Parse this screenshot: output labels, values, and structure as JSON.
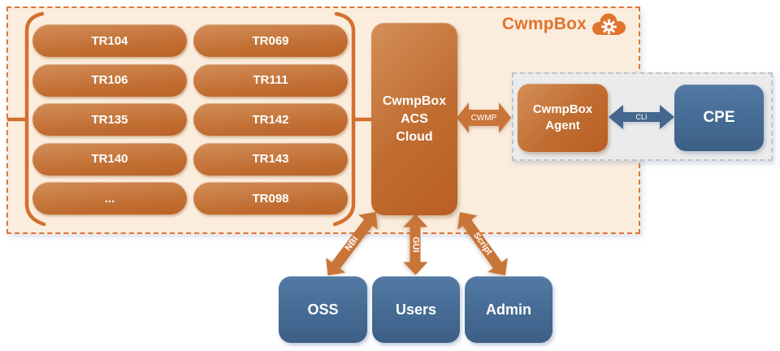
{
  "brand": {
    "title": "CwmpBox"
  },
  "protocol_rows": [
    [
      "TR104",
      "TR069"
    ],
    [
      "TR106",
      "TR111"
    ],
    [
      "TR135",
      "TR142"
    ],
    [
      "TR140",
      "TR143"
    ],
    [
      "...",
      "TR098"
    ]
  ],
  "acs": {
    "line1": "CwmpBox",
    "line2": "ACS",
    "line3": "Cloud"
  },
  "agent": {
    "line1": "CwmpBox",
    "line2": "Agent"
  },
  "cpe": {
    "label": "CPE"
  },
  "clients": {
    "oss": "OSS",
    "users": "Users",
    "admin": "Admin"
  },
  "links": {
    "cwmp": "CWMP",
    "cli": "CLI",
    "nbi": "NBI",
    "gui": "GUI",
    "script": "Script"
  },
  "colors": {
    "accent_orange": "#e0732e",
    "dashed_border_orange": "#df7436",
    "container_cream": "#fbeddd",
    "node_orange_light": "#d38f58",
    "node_orange_dark": "#ba5f24",
    "node_blue_light": "#527aa3",
    "node_blue_dark": "#3d5f86",
    "arrow_orange": "#c97538",
    "arrow_blue": "#44678e",
    "panel_gray": "#ebebeb",
    "panel_border_gray": "#bdc4cc",
    "text_white": "#ffffff"
  }
}
